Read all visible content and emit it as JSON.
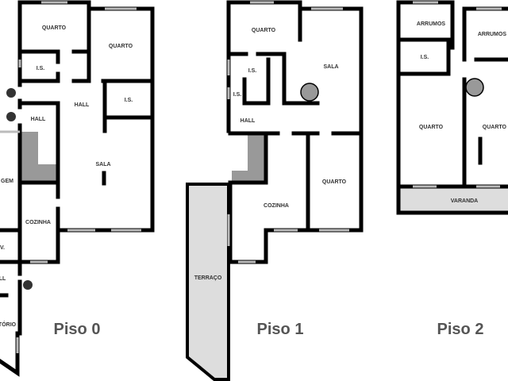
{
  "floors": [
    {
      "title": "Piso 0",
      "rooms": [
        "QUARTO",
        "QUARTO",
        "I.S.",
        "HALL",
        "I.S.",
        "HALL",
        "SALA",
        "GEM",
        "COZINHA",
        "V.",
        "LL",
        "TÓRIO"
      ]
    },
    {
      "title": "Piso 1",
      "rooms": [
        "QUARTO",
        "SALA",
        "I.S.",
        "I.S.",
        "HALL",
        "COZINHA",
        "QUARTO",
        "TERRAÇO"
      ]
    },
    {
      "title": "Piso 2",
      "rooms": [
        "ARRUMOS",
        "ARRUMOS",
        "I.S.",
        "QUARTO",
        "QUARTO",
        "VARANDA"
      ]
    }
  ],
  "colors": {
    "wall": "#000000",
    "stair": "#999999",
    "terrace": "#dddddd",
    "title": "#555555"
  }
}
